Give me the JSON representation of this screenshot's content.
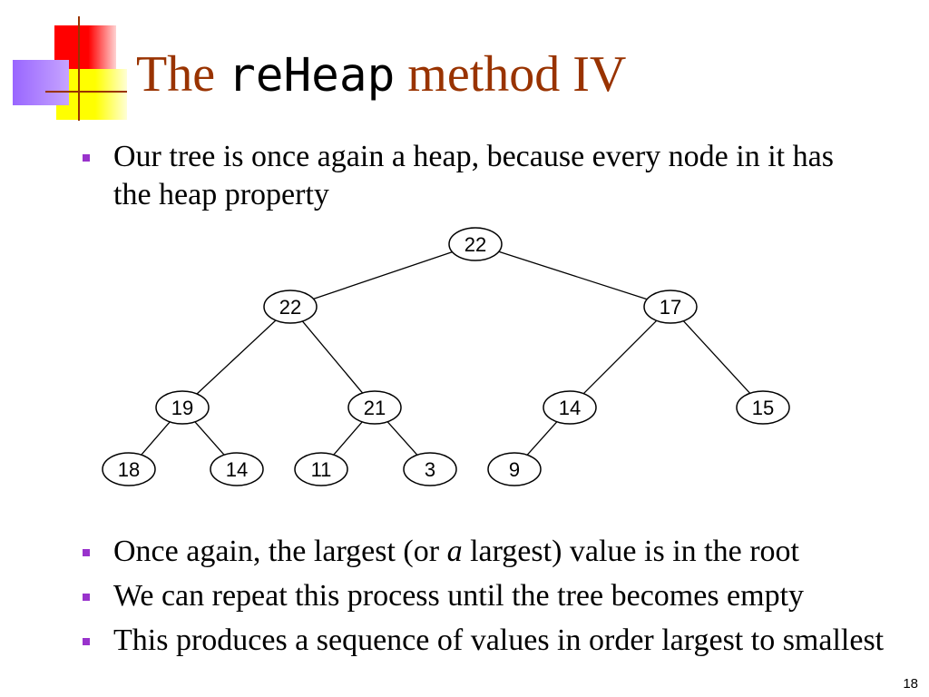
{
  "slide": {
    "title": {
      "lead": "The",
      "code": "reHeap",
      "tail": "method IV"
    },
    "bullets_top": [
      {
        "text": "Our tree is once again a heap, because every node in it has the heap property"
      }
    ],
    "bullets_bottom": [
      {
        "before": "Once again, the largest (or ",
        "emphasis": "a",
        "after": " largest) value is in the root"
      },
      {
        "text": "We can repeat this process until the tree becomes empty"
      },
      {
        "text": "This produces a sequence of values in order largest to smallest"
      }
    ],
    "page_number": "18"
  },
  "tree": {
    "heap": [
      22,
      22,
      17,
      19,
      21,
      14,
      15,
      18,
      14,
      11,
      3,
      9
    ]
  },
  "colors": {
    "title": "#993300",
    "bullet": "#9933CC",
    "logo_red": "#FF0000",
    "logo_yellow": "#FFFF00",
    "logo_purple": "#9966FF",
    "rule": "#993300"
  }
}
